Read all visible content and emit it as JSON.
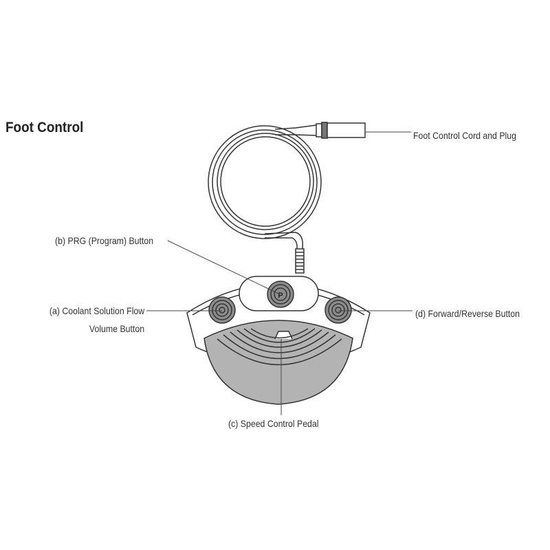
{
  "title": "Foot Control",
  "labels": {
    "cord": "Foot Control Cord and Plug",
    "prg": "(b) PRG (Program) Button",
    "coolant_line1": "(a) Coolant Solution Flow",
    "coolant_line2": "Volume Button",
    "forward": "(d) Forward/Reverse Button",
    "pedal": "(c) Speed Control Pedal"
  },
  "button_glyphs": {
    "prg": "P"
  },
  "colors": {
    "pedal": "#b3b3b3",
    "button": "#8c8c8c",
    "line": "#333333"
  }
}
